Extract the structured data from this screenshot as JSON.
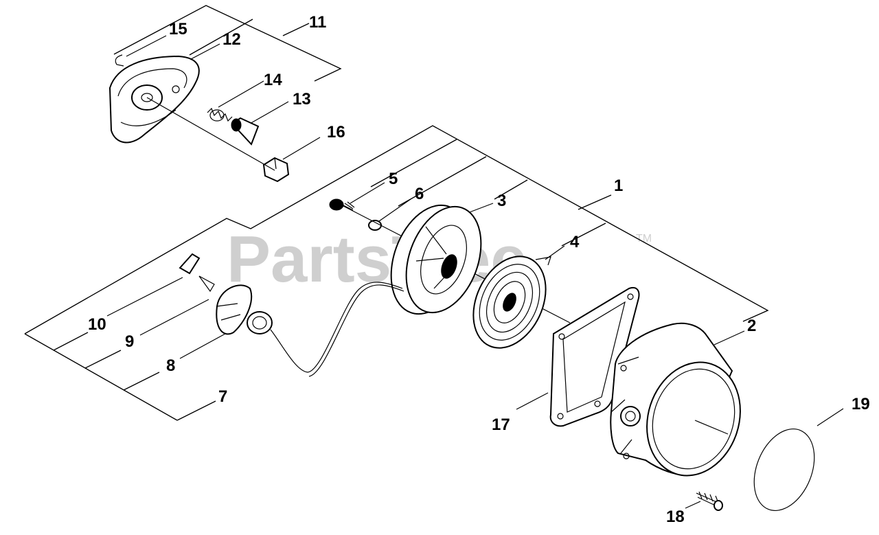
{
  "watermark": {
    "brand": "PartsTree",
    "tm": "TM"
  },
  "callouts": {
    "c1": "1",
    "c2": "2",
    "c3": "3",
    "c4": "4",
    "c5": "5",
    "c6": "6",
    "c7": "7",
    "c8": "8",
    "c9": "9",
    "c10": "10",
    "c11": "11",
    "c12": "12",
    "c13": "13",
    "c14": "14",
    "c15": "15",
    "c16": "16",
    "c17": "17",
    "c18": "18",
    "c19": "19"
  }
}
